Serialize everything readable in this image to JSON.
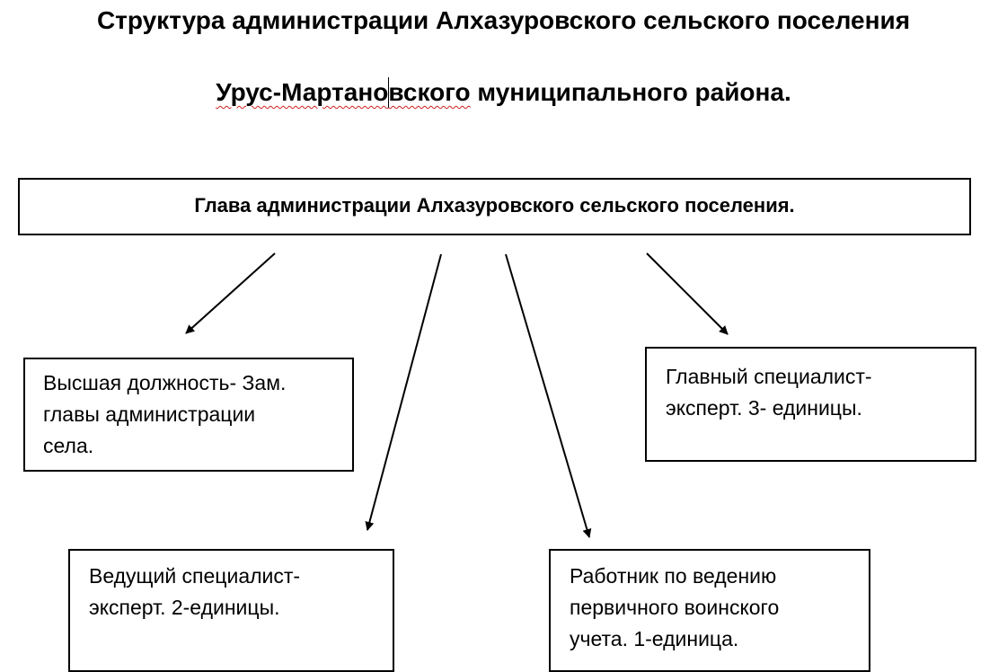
{
  "title": {
    "line1": "Структура администрации Алхазуровского сельского поселения",
    "line2_squiggle_a": "Урус-Мартано",
    "line2_squiggle_b": "вского",
    "line2_rest": " муниципального района."
  },
  "head": {
    "label": "Глава администрации Алхазуровского сельского поселения."
  },
  "subordinates": {
    "deputy": "Высшая должность- Зам.\nглавы администрации\nсела.",
    "chief_specialist": "Главный специалист-\nэксперт. 3- единицы.",
    "lead_specialist": "Ведущий специалист-\nэксперт. 2-единицы.",
    "military_records": "Работник по ведению\nпервичного воинского\nучета. 1-единица."
  },
  "colors": {
    "spellcheck_underline": "#d21f1f",
    "lines": "#000000"
  }
}
